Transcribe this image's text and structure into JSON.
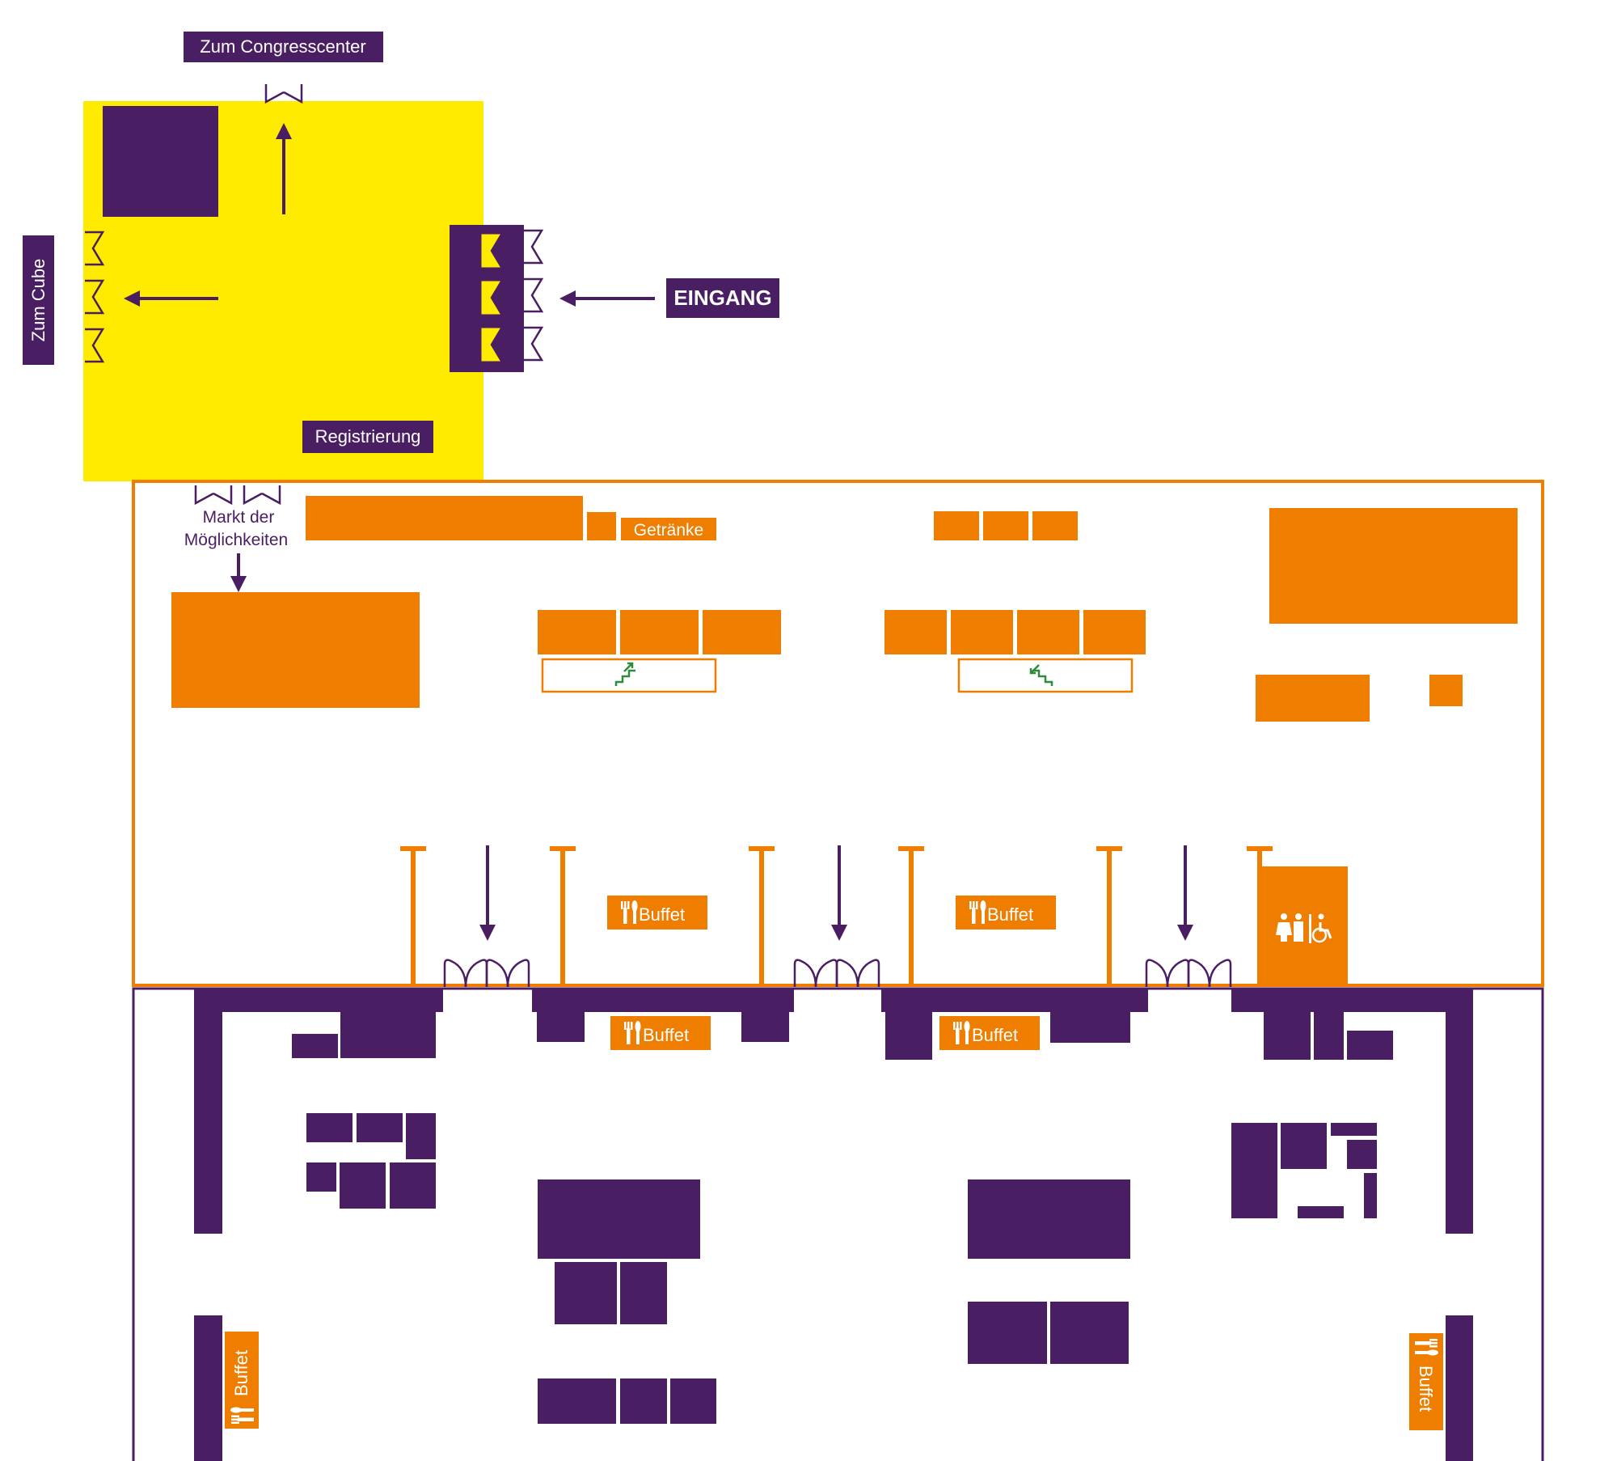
{
  "labels": {
    "congresscenter": "Zum Congresscenter",
    "cube": "Zum Cube",
    "eingang": "EINGANG",
    "registrierung": "Registrierung",
    "markt_line1": "Markt der",
    "markt_line2": "Möglichkeiten",
    "getraenke": "Getränke",
    "buffet": "Buffet"
  },
  "icons": {
    "door": "double-door-icon",
    "arrow": "direction-arrow-icon",
    "escalator_up": "escalator-up-icon",
    "escalator_down": "escalator-down-icon",
    "restroom": "restroom-accessible-icon",
    "cutlery": "cutlery-icon"
  },
  "colors": {
    "purple": "#4a1e63",
    "orange": "#ef7d00",
    "yellow": "#ffeb00",
    "green": "#2e8b3a",
    "white": "#ffffff"
  }
}
